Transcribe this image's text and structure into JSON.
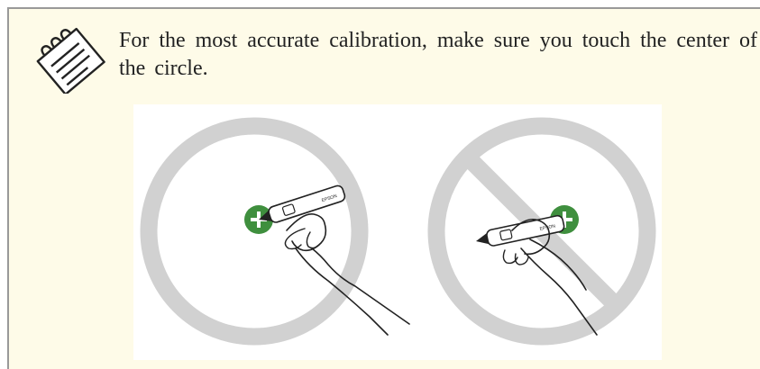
{
  "note": {
    "icon": "note-pad-icon",
    "text": "For the most accurate calibration, make sure you touch the center of the circle."
  },
  "figure": {
    "panels": [
      {
        "name": "correct-touch",
        "pen_label": "EPSON",
        "prohibited": false
      },
      {
        "name": "incorrect-touch",
        "pen_label": "EPSON",
        "prohibited": true
      }
    ],
    "colors": {
      "ring": "#d1d1d1",
      "target": "#3f8f3e",
      "target_cross": "#ffffff",
      "pen_body": "#ffffff",
      "outline": "#222222",
      "background": "#fefbe8"
    }
  }
}
